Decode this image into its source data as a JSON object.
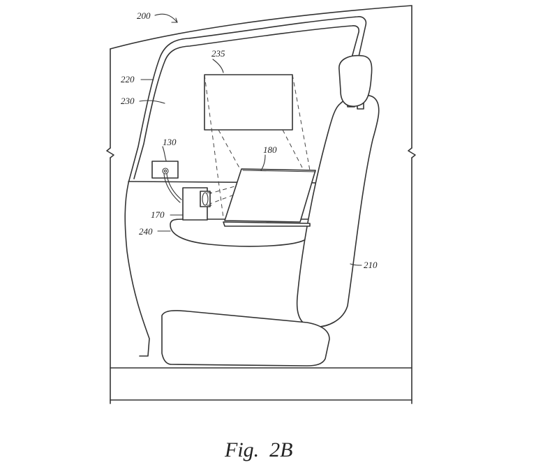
{
  "figure": {
    "caption": "Fig.  2B",
    "labels": {
      "vehicle": "200",
      "door_frame": "220",
      "window": "230",
      "display": "235",
      "projector": "130",
      "screen": "180",
      "camera": "170",
      "armrest": "240",
      "seat": "210"
    }
  }
}
